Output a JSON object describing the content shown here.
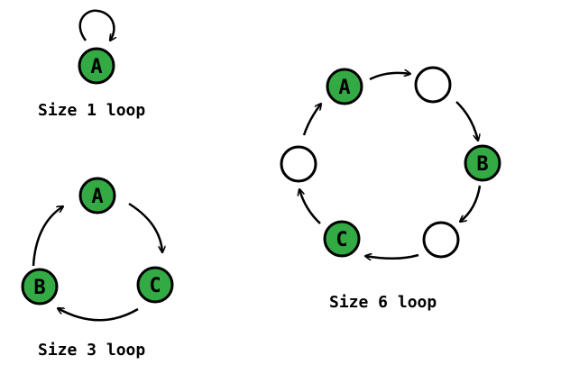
{
  "colors": {
    "filled_node": "#33aa44",
    "empty_node": "#ffffff",
    "stroke": "#000000"
  },
  "loops": [
    {
      "caption": "Size 1 loop",
      "nodes": [
        {
          "label": "A",
          "filled": true
        }
      ]
    },
    {
      "caption": "Size 3 loop",
      "nodes": [
        {
          "label": "A",
          "filled": true
        },
        {
          "label": "C",
          "filled": true
        },
        {
          "label": "B",
          "filled": true
        }
      ]
    },
    {
      "caption": "Size 6 loop",
      "nodes": [
        {
          "label": "A",
          "filled": true
        },
        {
          "label": "",
          "filled": false
        },
        {
          "label": "B",
          "filled": true
        },
        {
          "label": "",
          "filled": false
        },
        {
          "label": "C",
          "filled": true
        },
        {
          "label": "",
          "filled": false
        }
      ]
    }
  ]
}
